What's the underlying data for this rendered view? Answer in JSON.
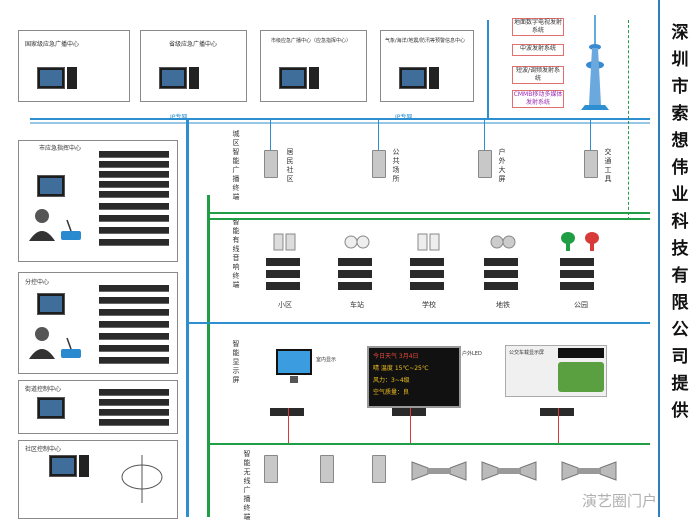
{
  "top_centers": [
    "国家级应急广播中心",
    "省级应急广播中心",
    "市级应急广播中心（应急指挥中心）",
    "气象/海洋/地震/防汛等预警信息中心"
  ],
  "broadcast_systems": [
    "地面数字电视发射系统",
    "中波发射系统",
    "短波/调频发射系统",
    "CMMB移动多媒体发射系统"
  ],
  "network_labels": [
    "IP专网",
    "IP专网"
  ],
  "control_centers": [
    "市应急指挥中心",
    "分控中心",
    "街道控制中心",
    "社区控制中心"
  ],
  "sections": {
    "city_broadcast": "城区智能广播终端",
    "smart_audio": "智能有线音响终端",
    "smart_display": "智能显示屏",
    "wireless": "智能无线广播终端"
  },
  "city_points": [
    "居民社区",
    "公共场所",
    "户外大屏",
    "交通工具"
  ],
  "audio_points": [
    "小区",
    "车站",
    "学校",
    "地铁",
    "公园"
  ],
  "display_notes": [
    "户外LED",
    "室内显示"
  ],
  "led_text": {
    "line1": "今日天气  3月4日",
    "line2": "晴  温度 15℃~25℃",
    "line3": "风力：3~4级",
    "line4": "空气质量：良"
  },
  "bus_display": "公交车载显示屏",
  "side_company": [
    "深",
    "圳",
    "市",
    "索",
    "想",
    "伟",
    "业",
    "科",
    "技",
    "有",
    "限",
    "公",
    "司",
    "提",
    "供"
  ],
  "watermark": "演艺圈门户网",
  "colors": {
    "blue": "#2d8fd0",
    "green": "#1f9e45",
    "red": "#d83a3a",
    "outline": "#8a8a8a"
  }
}
